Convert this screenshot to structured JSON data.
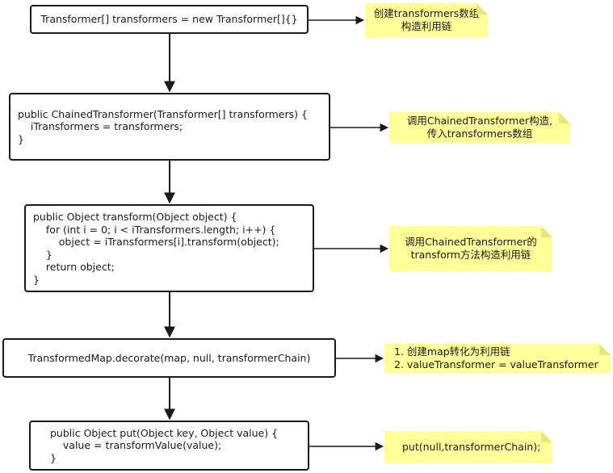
{
  "boxes": {
    "box1": {
      "lines": [
        "Transformer[] transformers = new Transformer[]{}"
      ]
    },
    "box2": {
      "lines": [
        "public ChainedTransformer(Transformer[] transformers) {",
        "    iTransformers = transformers;",
        "}"
      ]
    },
    "box3": {
      "lines": [
        "public Object transform(Object object) {",
        "    for (int i = 0; i < iTransformers.length; i++) {",
        "        object = iTransformers[i].transform(object);",
        "    }",
        "    return object;",
        "}"
      ]
    },
    "box4": {
      "lines": [
        "TransformedMap.decorate(map, null, transformerChain)"
      ]
    },
    "box5": {
      "lines": [
        "public Object put(Object key, Object value) {",
        "    value = transformValue(value);",
        "}"
      ]
    }
  },
  "notes": {
    "note1": {
      "lines": [
        "创建transformers数组",
        "构造利用链"
      ]
    },
    "note2": {
      "lines": [
        "调用ChainedTransformer构造,",
        "传入transformers数组"
      ]
    },
    "note3": {
      "lines": [
        "调用ChainedTransformer的",
        "transform方法构造利用链"
      ]
    },
    "note4": {
      "lines": [
        "1. 创建map转化为利用链",
        "2. valueTransformer = valueTransformer"
      ]
    },
    "note5": {
      "lines": [
        "put(null,transformerChain);"
      ]
    }
  },
  "colors": {
    "note_fill": "#ffff99",
    "stroke": "#1a1a1a"
  }
}
